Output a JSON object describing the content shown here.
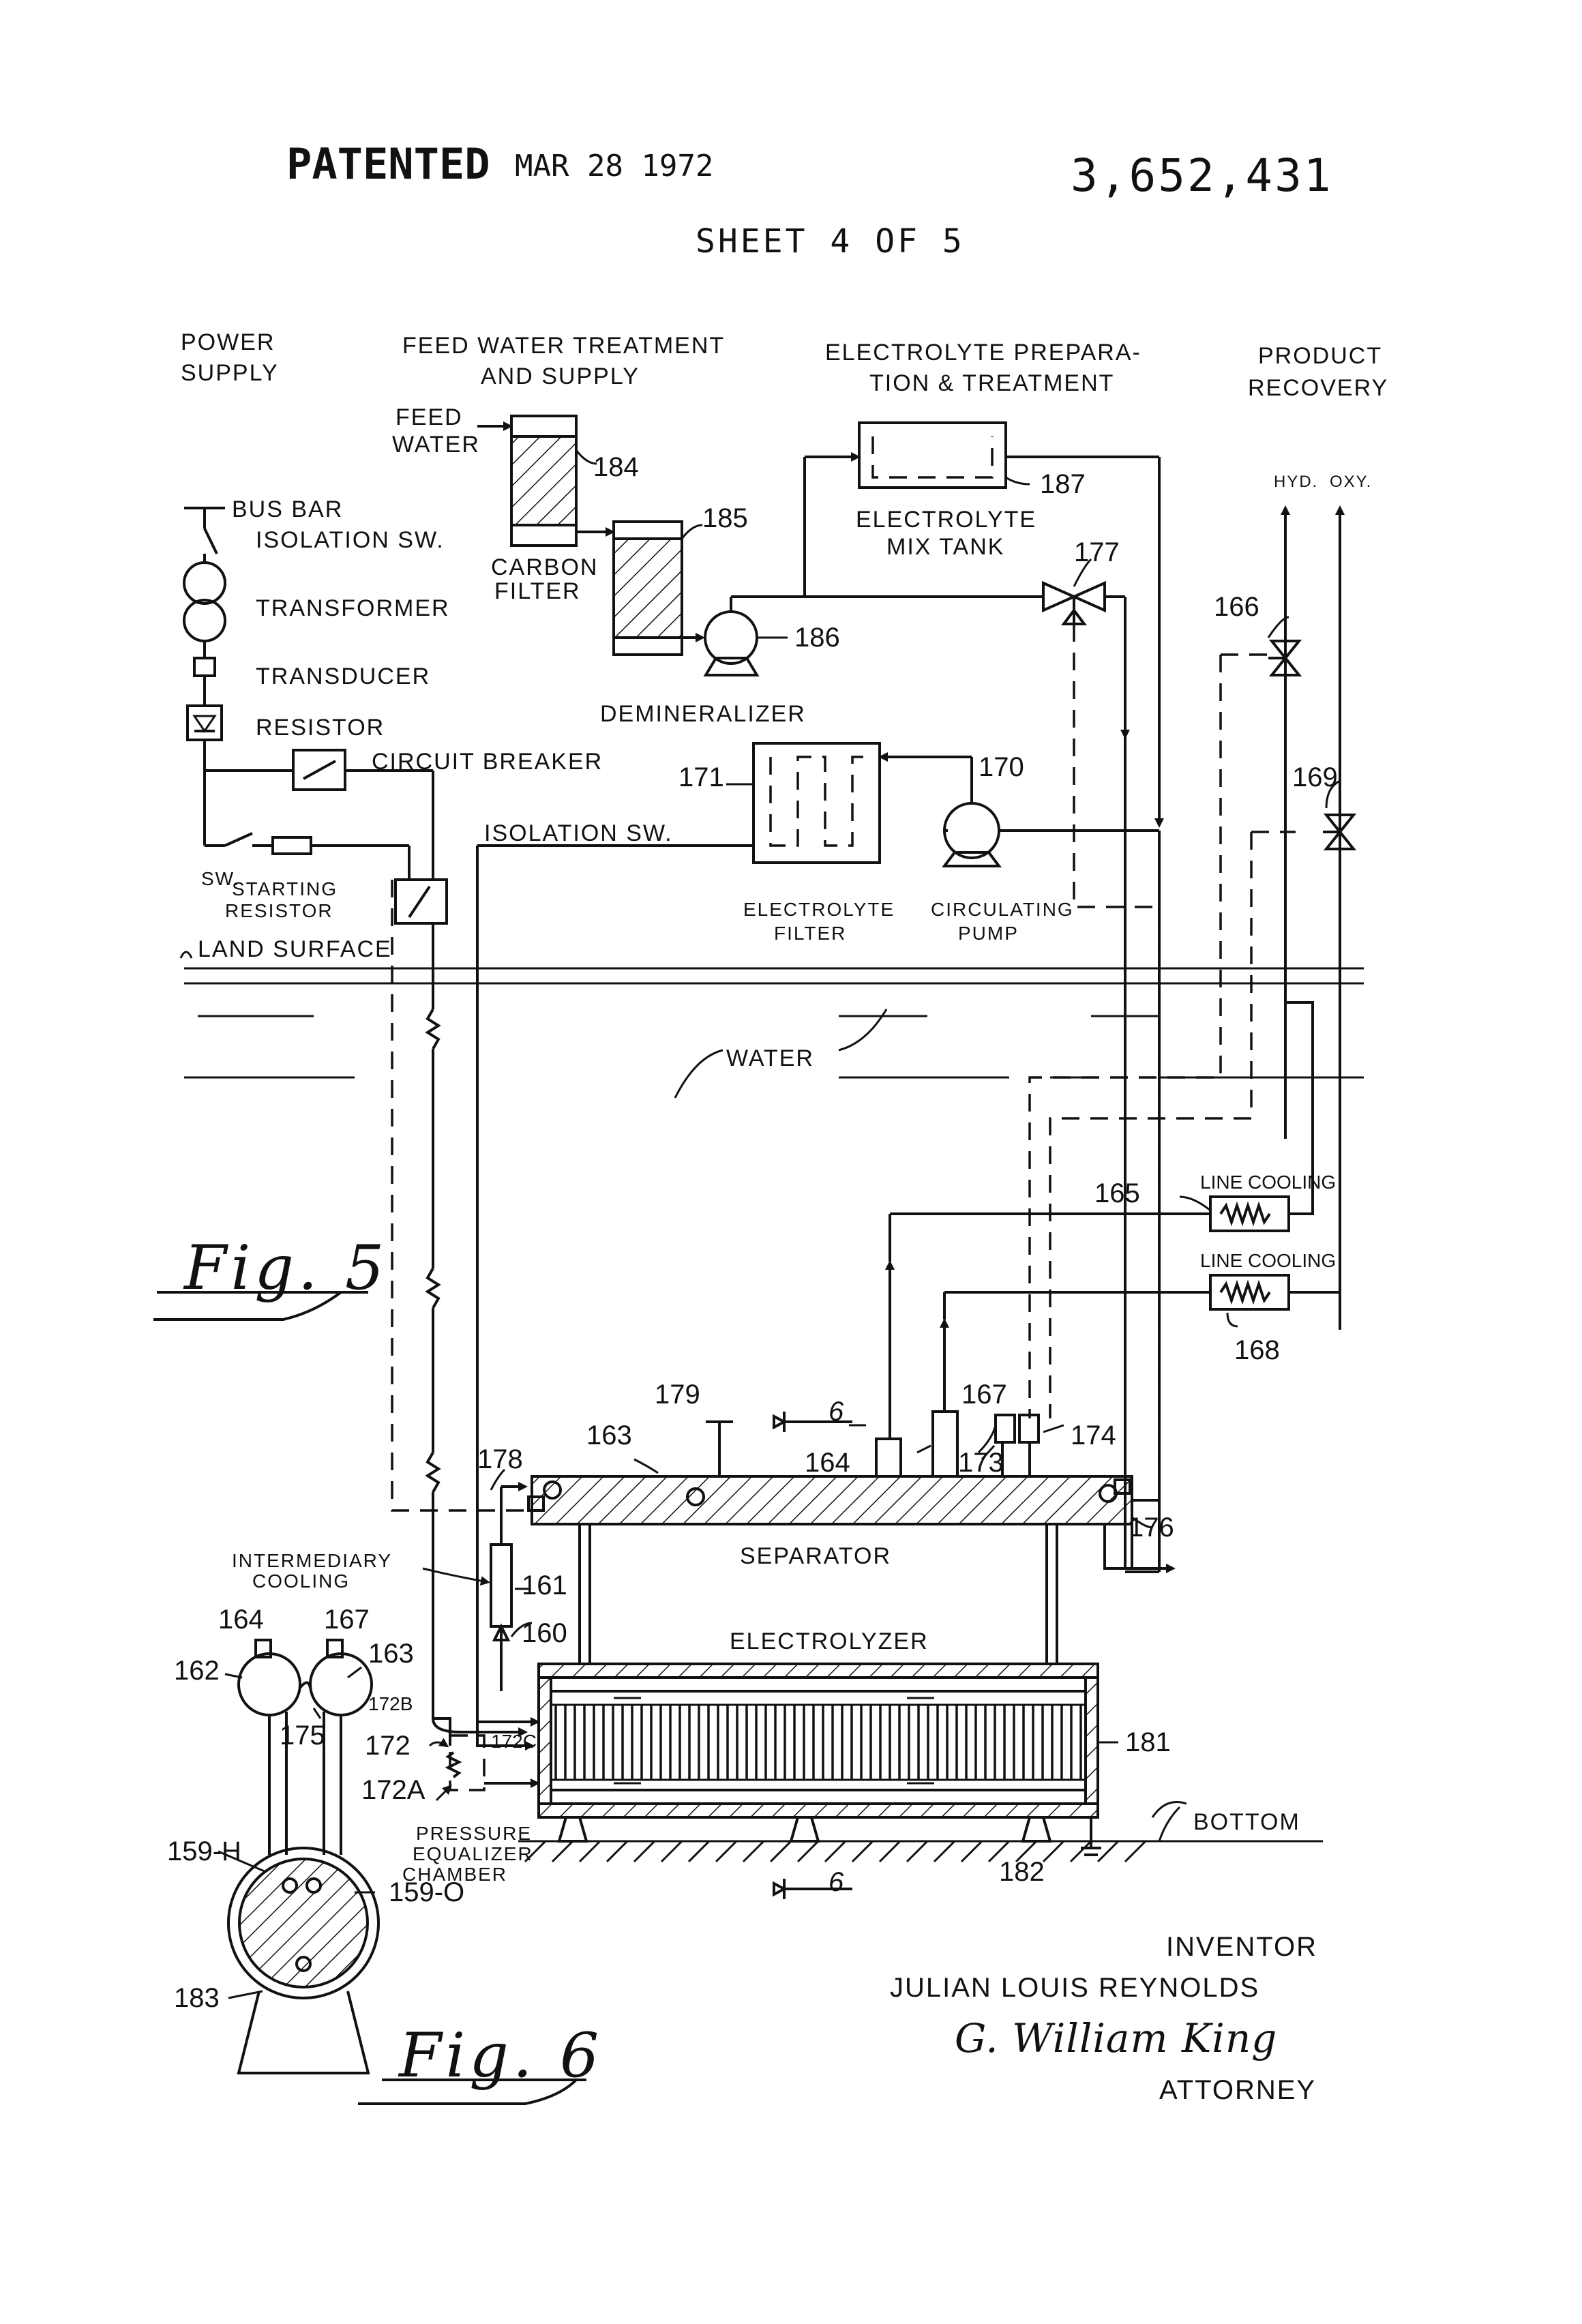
{
  "header": {
    "patented": "PATENTED",
    "date": "MAR 28 1972",
    "patent_number": "3,652,431",
    "sheet": "SHEET 4 OF 5"
  },
  "sections": {
    "power_supply": [
      "POWER",
      "SUPPLY"
    ],
    "feed_water": [
      "FEED WATER TREATMENT",
      "AND SUPPLY"
    ],
    "electrolyte": [
      "ELECTROLYTE PREPARA-",
      "TION & TREATMENT"
    ],
    "product": [
      "PRODUCT",
      "RECOVERY"
    ]
  },
  "power_chain": {
    "bus_bar": "BUS BAR",
    "isolation_sw": "ISOLATION SW.",
    "transformer": "TRANSFORMER",
    "transducer": "TRANSDUCER",
    "resistor": "RESISTOR",
    "circuit_breaker": "CIRCUIT BREAKER",
    "sw": "SW.",
    "starting_resistor": [
      "STARTING",
      "RESISTOR"
    ],
    "isolation_sw2": "ISOLATION SW.",
    "land_surface": "LAND SURFACE"
  },
  "feed_labels": {
    "feed_water": [
      "FEED",
      "WATER"
    ],
    "carbon_filter": [
      "CARBON",
      "FILTER"
    ],
    "demineralizer": "DEMINERALIZER",
    "mix_tank": [
      "ELECTROLYTE",
      "MIX TANK"
    ],
    "electrolyte_filter": [
      "ELECTROLYTE",
      "FILTER"
    ],
    "circulating_pump": [
      "CIRCULATING",
      "PUMP"
    ],
    "hyd": "HYD.",
    "oxy": "OXY.",
    "water": "WATER",
    "line_cooling_1": "LINE COOLING",
    "line_cooling_2": "LINE COOLING",
    "separator": "SEPARATOR",
    "electrolyzer": "ELECTROLYZER",
    "intermediary_cooling": [
      "INTERMEDIARY",
      "COOLING"
    ],
    "pressure_equalizer": [
      "PRESSURE",
      "EQUALIZER",
      "CHAMBER"
    ],
    "bottom": "BOTTOM"
  },
  "refs": {
    "r184": "184",
    "r185": "185",
    "r186": "186",
    "r187": "187",
    "r177": "177",
    "r166": "166",
    "r169": "169",
    "r170": "170",
    "r171": "171",
    "r165": "165",
    "r168": "168",
    "r179": "179",
    "r163": "163",
    "r164": "164",
    "r167": "167",
    "r173": "173",
    "r174": "174",
    "r178": "178",
    "r176": "176",
    "r161": "161",
    "r160": "160",
    "r181": "181",
    "r182": "182",
    "r162": "162",
    "r175": "175",
    "r172": "172",
    "r172a": "172A",
    "r172b": "172B",
    "r172c": "172C",
    "r159h": "159-H",
    "r159o": "159-O",
    "r183": "183",
    "r164b": "164",
    "r167b": "167",
    "r163b": "163",
    "sec6a": "6",
    "sec6b": "6"
  },
  "figures": {
    "fig5": "Fig. 5",
    "fig6": "Fig. 6"
  },
  "inventor": {
    "title": "INVENTOR",
    "name": "JULIAN LOUIS REYNOLDS",
    "signature": "G. William King",
    "attorney": "ATTORNEY"
  }
}
